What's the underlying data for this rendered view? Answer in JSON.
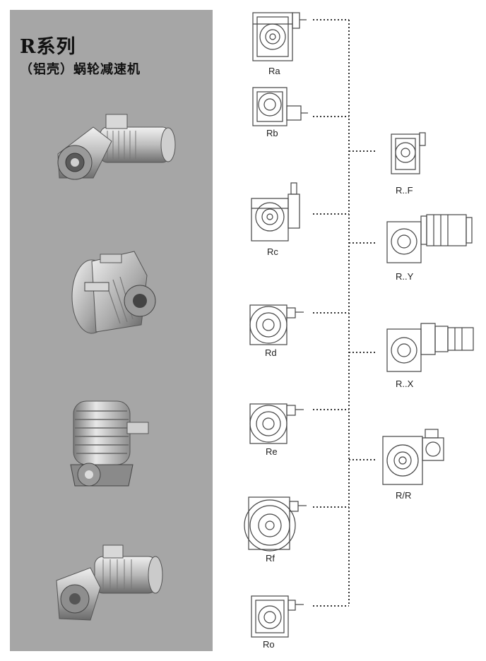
{
  "header": {
    "title": "R系列",
    "subtitle": "（铝壳）蜗轮减速机"
  },
  "products": [
    {
      "name": "motor-reducer-photo",
      "variant": "with-motor"
    },
    {
      "name": "shaft-reducer-photo",
      "variant": "hollow-flange"
    },
    {
      "name": "finned-reducer-photo",
      "variant": "finned-solid-shaft"
    },
    {
      "name": "motor-reducer-photo-2",
      "variant": "with-motor"
    }
  ],
  "left_column_labels": [
    "Ra",
    "Rb",
    "Rc",
    "Rd",
    "Re",
    "Rf",
    "Ro"
  ],
  "right_column_labels": [
    "R..F",
    "R..Y",
    "R..X",
    "R/R"
  ],
  "colors": {
    "panel": "#a6a6a6",
    "line": "#333333",
    "drawing": "#444444"
  }
}
